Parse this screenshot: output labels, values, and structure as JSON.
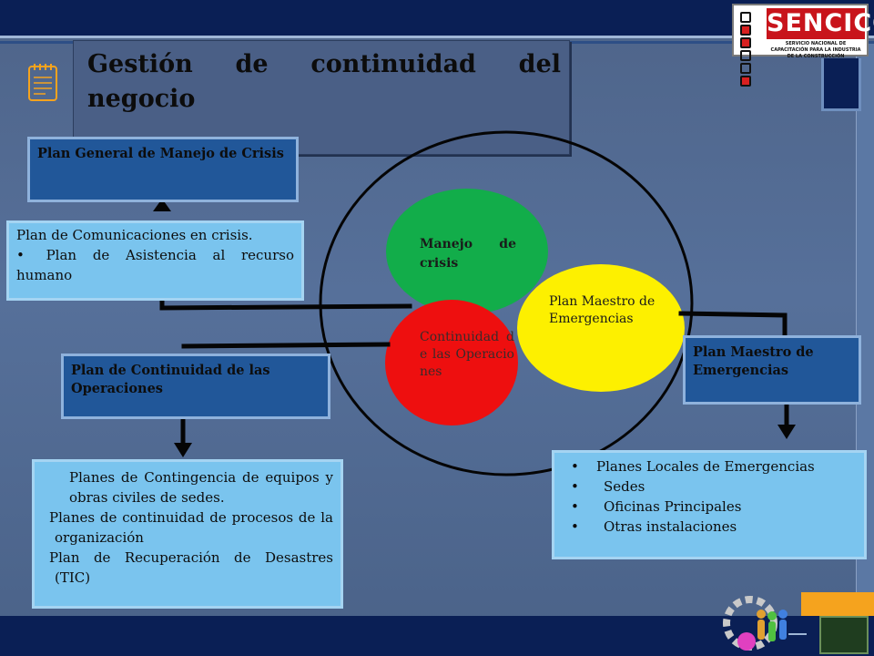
{
  "header": {
    "title": "Gestión de continuidad del negocio",
    "logo": {
      "brand": "SENCICO",
      "subtitle": "SERVICIO NACIONAL DE CAPACITACIÓN PARA LA INDUSTRIA DE LA CONSTRUCCIÓN"
    }
  },
  "diagram": {
    "circles": {
      "crisis": {
        "label": "Manejo de crisis",
        "color": "#12ad4a"
      },
      "emergencias": {
        "label": "Plan Maestro de Emergencias",
        "color": "#fdf000"
      },
      "continuidad": {
        "label": "Continuidad de las Operaciones",
        "color": "#ee0f0f"
      }
    },
    "boxes": {
      "crisis_plan": {
        "title": "Plan General de Manejo de Crisis"
      },
      "crisis_details": {
        "line1": "Plan de Comunicaciones en crisis.",
        "line2": "Plan de Asistencia al recurso humano"
      },
      "continuidad_plan": {
        "title": "Plan de Continuidad de las Operaciones"
      },
      "continuidad_details": {
        "items": [
          "Planes de Contingencia de equipos y obras civiles de sedes.",
          "Planes de continuidad de procesos de la organización",
          "Plan de Recuperación de Desastres (TIC)"
        ]
      },
      "emergencias_plan": {
        "title": "Plan Maestro de Emergencias"
      },
      "emergencias_details": {
        "items": [
          "Planes Locales de Emergencias",
          "Sedes",
          "Oficinas Principales",
          "Otras instalaciones"
        ]
      }
    }
  },
  "colors": {
    "dark_box": "#215799",
    "light_box": "#7ac4ee",
    "band": "#0a1f55",
    "accent_orange": "#f5a31e"
  }
}
